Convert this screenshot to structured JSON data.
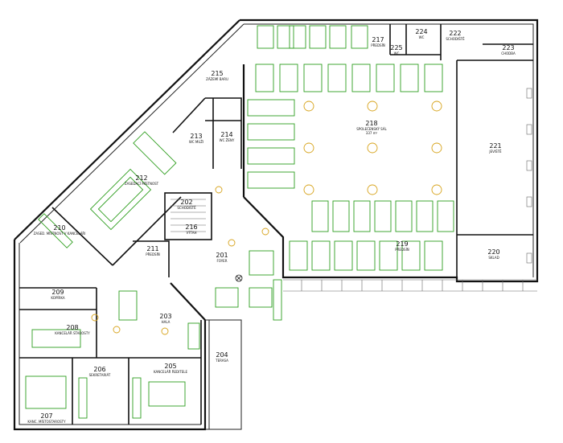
{
  "plan": {
    "rooms": [
      {
        "id": "room-201",
        "number": "201",
        "name": "FOYER"
      },
      {
        "id": "room-202",
        "number": "202",
        "name": "SCHODIŠTĚ"
      },
      {
        "id": "room-203",
        "number": "203",
        "name": "HALA"
      },
      {
        "id": "room-204",
        "number": "204",
        "name": "TERASA"
      },
      {
        "id": "room-205",
        "number": "205",
        "name": "KANCELÁŘ ŘEDITELE"
      },
      {
        "id": "room-206",
        "number": "206",
        "name": "SEKRETARIÁT"
      },
      {
        "id": "room-207",
        "number": "207",
        "name": "KANC. MÍSTOSTAROSTY"
      },
      {
        "id": "room-208",
        "number": "208",
        "name": "KANCELÁŘ STAROSTY"
      },
      {
        "id": "room-209",
        "number": "209",
        "name": "KOPÍRKA"
      },
      {
        "id": "room-210",
        "number": "210",
        "name": "ZASED. MÍSTNOST V KANCELÁŘI"
      },
      {
        "id": "room-211",
        "number": "211",
        "name": "PŘEDSÍŇ"
      },
      {
        "id": "room-212",
        "number": "212",
        "name": "ZASEDACÍ MÍSTNOST"
      },
      {
        "id": "room-213",
        "number": "213",
        "name": "WC MUŽI"
      },
      {
        "id": "room-214",
        "number": "214",
        "name": "WC ŽENY"
      },
      {
        "id": "room-215",
        "number": "215",
        "name": "ZÁZEMÍ BARU"
      },
      {
        "id": "room-216",
        "number": "216",
        "name": "VÝTAH"
      },
      {
        "id": "room-217",
        "number": "217",
        "name": "PŘEDSÍŇ"
      },
      {
        "id": "room-218",
        "number": "218",
        "name": "SPOLEČENSKÝ SÁL"
      },
      {
        "id": "room-219",
        "number": "219",
        "name": "PŘEDSÍŇ"
      },
      {
        "id": "room-220",
        "number": "220",
        "name": "SKLAD"
      },
      {
        "id": "room-221",
        "number": "221",
        "name": "JEVIŠTĚ"
      },
      {
        "id": "room-222",
        "number": "222",
        "name": "SCHODIŠTĚ"
      },
      {
        "id": "room-223",
        "number": "223",
        "name": "CHODBA"
      },
      {
        "id": "room-224",
        "number": "224",
        "name": "WC"
      },
      {
        "id": "room-225",
        "number": "225",
        "name": "WC"
      }
    ],
    "hall_sub": "337 m²"
  }
}
